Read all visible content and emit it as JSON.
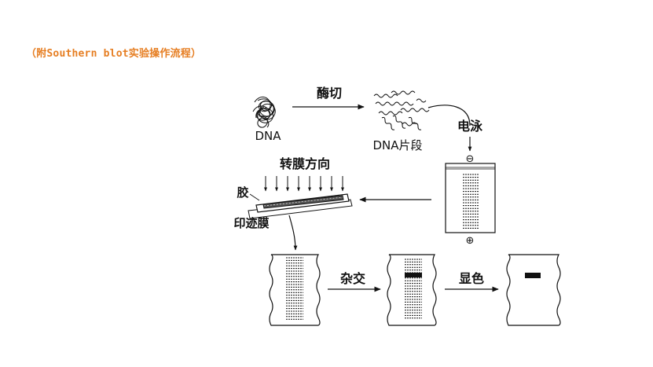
{
  "caption": "（附Southern blot实验操作流程）",
  "diagram": {
    "labels": {
      "dna": "DNA",
      "digestion": "酶切",
      "dna_fragments": "DNA片段",
      "electrophoresis": "电泳",
      "minus": "⊖",
      "plus": "⊕",
      "transfer_direction": "转膜方向",
      "gel": "胶",
      "blot_membrane": "印迹膜",
      "hybridization": "杂交",
      "color_development": "显色"
    }
  }
}
